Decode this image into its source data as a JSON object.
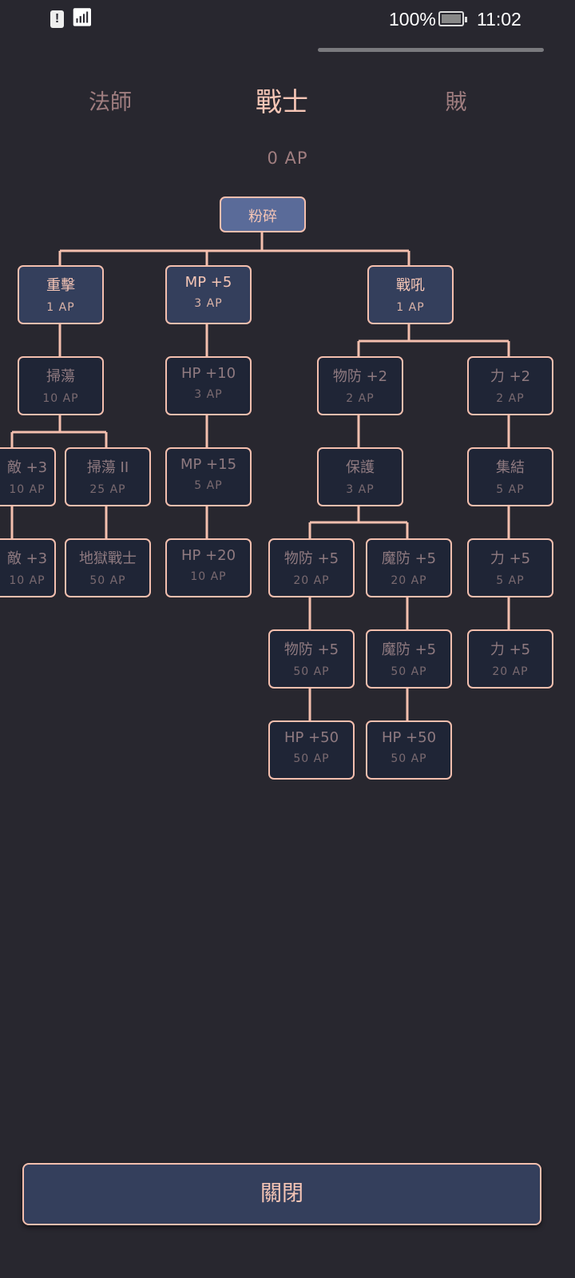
{
  "status_bar": {
    "battery": "100%",
    "time": "11:02"
  },
  "tabs": [
    {
      "label": "法師",
      "active": false
    },
    {
      "label": "戰士",
      "active": true
    },
    {
      "label": "賊",
      "active": false
    }
  ],
  "ap_total": "0 AP",
  "nodes": [
    {
      "label": "粉碎",
      "cost": "",
      "state": "root"
    },
    {
      "label": "重擊",
      "cost": "1 AP",
      "state": "available"
    },
    {
      "label": "MP +5",
      "cost": "3 AP",
      "state": "available"
    },
    {
      "label": "戰吼",
      "cost": "1 AP",
      "state": "available"
    },
    {
      "label": "掃蕩",
      "cost": "10 AP",
      "state": "locked"
    },
    {
      "label": "HP +10",
      "cost": "3 AP",
      "state": "locked"
    },
    {
      "label": "物防 +2",
      "cost": "2 AP",
      "state": "locked"
    },
    {
      "label": "力 +2",
      "cost": "2 AP",
      "state": "locked"
    },
    {
      "label": "敵 +3",
      "cost": "10 AP",
      "state": "locked"
    },
    {
      "label": "掃蕩 II",
      "cost": "25 AP",
      "state": "locked"
    },
    {
      "label": "MP +15",
      "cost": "5 AP",
      "state": "locked"
    },
    {
      "label": "保護",
      "cost": "3 AP",
      "state": "locked"
    },
    {
      "label": "集結",
      "cost": "5 AP",
      "state": "locked"
    },
    {
      "label": "敵 +3",
      "cost": "10 AP",
      "state": "locked"
    },
    {
      "label": "地獄戰士",
      "cost": "50 AP",
      "state": "locked"
    },
    {
      "label": "HP +20",
      "cost": "10 AP",
      "state": "locked"
    },
    {
      "label": "物防 +5",
      "cost": "20 AP",
      "state": "locked"
    },
    {
      "label": "魔防 +5",
      "cost": "20 AP",
      "state": "locked"
    },
    {
      "label": "力 +5",
      "cost": "5 AP",
      "state": "locked"
    },
    {
      "label": "物防 +5",
      "cost": "50 AP",
      "state": "locked"
    },
    {
      "label": "魔防 +5",
      "cost": "50 AP",
      "state": "locked"
    },
    {
      "label": "力 +5",
      "cost": "20 AP",
      "state": "locked"
    },
    {
      "label": "HP +50",
      "cost": "50 AP",
      "state": "locked"
    },
    {
      "label": "HP +50",
      "cost": "50 AP",
      "state": "locked"
    }
  ],
  "close_button": "關閉",
  "colors": {
    "background": "#28272f",
    "border": "#f4bfae",
    "root": "#5a6b99",
    "available": "#343f5c",
    "locked": "#1f2536"
  }
}
